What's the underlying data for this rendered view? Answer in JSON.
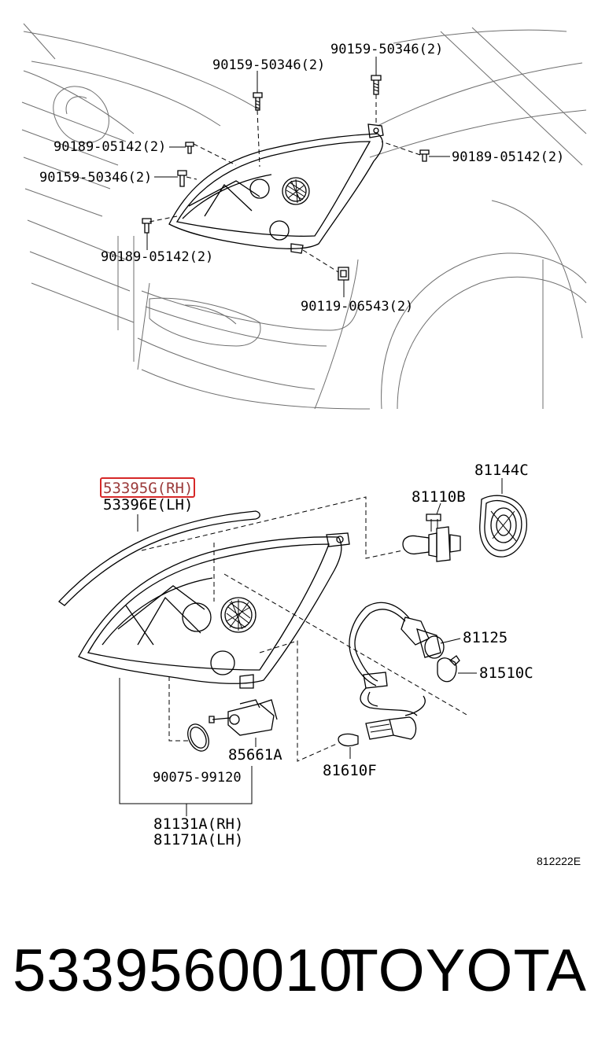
{
  "top_diagram": {
    "labels": [
      {
        "id": "bolt-a",
        "text": "90159-50346(2)"
      },
      {
        "id": "bolt-b",
        "text": "90159-50346(2)"
      },
      {
        "id": "screw-left-upper",
        "text": "90189-05142(2)"
      },
      {
        "id": "screw-right",
        "text": "90189-05142(2)"
      },
      {
        "id": "bolt-left",
        "text": "90159-50346(2)"
      },
      {
        "id": "screw-left-lower",
        "text": "90189-05142(2)"
      },
      {
        "id": "clip",
        "text": "90119-06543(2)"
      }
    ]
  },
  "exploded_diagram": {
    "highlighted_label": "53395G(RH)",
    "labels": [
      {
        "id": "molding-lh",
        "text": "53396E(LH)"
      },
      {
        "id": "bulb-cover",
        "text": "81144C"
      },
      {
        "id": "bulb-main",
        "text": "81110B"
      },
      {
        "id": "socket",
        "text": "81125"
      },
      {
        "id": "bulb-small",
        "text": "81510C"
      },
      {
        "id": "actuator",
        "text": "85661A"
      },
      {
        "id": "gasket",
        "text": "90075-99120"
      },
      {
        "id": "wedge-bulb",
        "text": "81610F"
      },
      {
        "id": "unit-rh",
        "text": "81131A(RH)"
      },
      {
        "id": "unit-lh",
        "text": "81171A(LH)"
      }
    ],
    "figure_code": "812222E"
  },
  "footer": {
    "part_number": "5339560010",
    "brand": "TOYOTA"
  },
  "colors": {
    "highlight": "#d62828",
    "line": "#000000",
    "car_outline": "#6f6f6f"
  }
}
